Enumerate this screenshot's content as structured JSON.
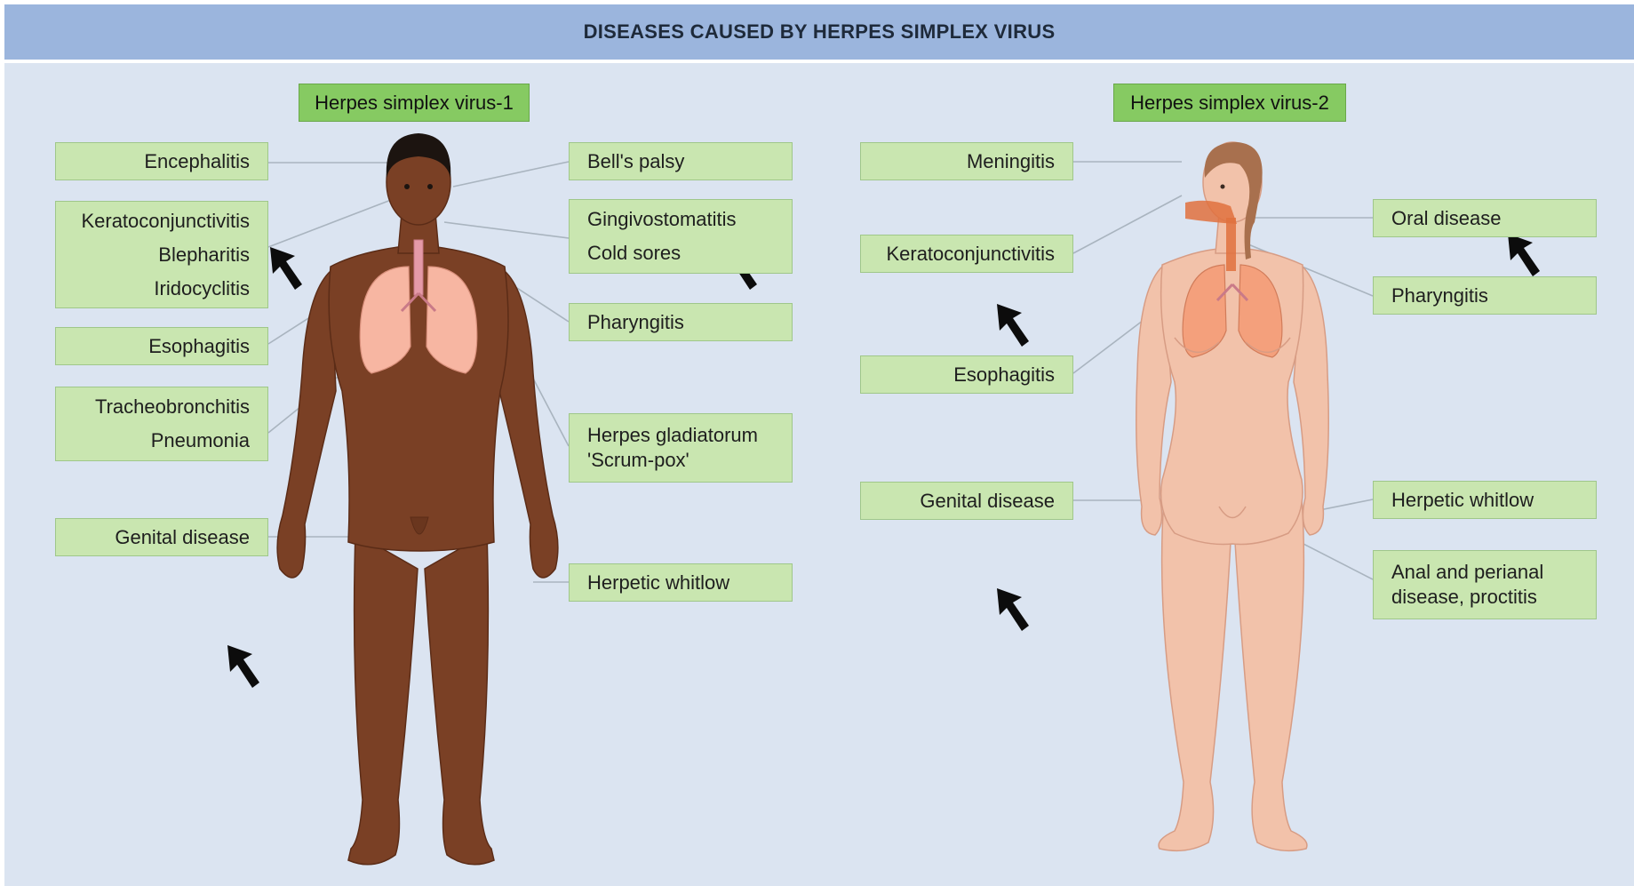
{
  "title": "DISEASES CAUSED BY HERPES SIMPLEX VIRUS",
  "hsv1": {
    "header": "Herpes simplex virus-1",
    "left": {
      "encephalitis": "Encephalitis",
      "kerato": "Keratoconjunctivitis",
      "blepharitis": "Blepharitis",
      "iridocyclitis": "Iridocyclitis",
      "esophagitis": "Esophagitis",
      "tracheo": "Tracheobronchitis",
      "pneumonia": "Pneumonia",
      "genital": "Genital disease"
    },
    "right": {
      "bells": "Bell's palsy",
      "gingivo": "Gingivostomatitis",
      "coldsores": "Cold sores",
      "pharyngitis": "Pharyngitis",
      "gladiatorum": "Herpes gladiatorum",
      "scrumpox": "'Scrum-pox'",
      "whitlow": "Herpetic whitlow"
    }
  },
  "hsv2": {
    "header": "Herpes simplex virus-2",
    "left": {
      "meningitis": "Meningitis",
      "kerato": "Keratoconjunctivitis",
      "esophagitis": "Esophagitis",
      "genital": "Genital disease"
    },
    "right": {
      "oral": "Oral disease",
      "pharyngitis": "Pharyngitis",
      "whitlow": "Herpetic whitlow",
      "anal1": "Anal and perianal",
      "anal2": "disease, proctitis"
    }
  },
  "colors": {
    "background": "#dbe4f1",
    "title_bar": "#9bb5dd",
    "header_box": "#86ca62",
    "label_box": "#c9e6b0",
    "male_skin": "#7a4025",
    "female_skin": "#f2c2aa",
    "lungs": "#f7b6a2"
  }
}
